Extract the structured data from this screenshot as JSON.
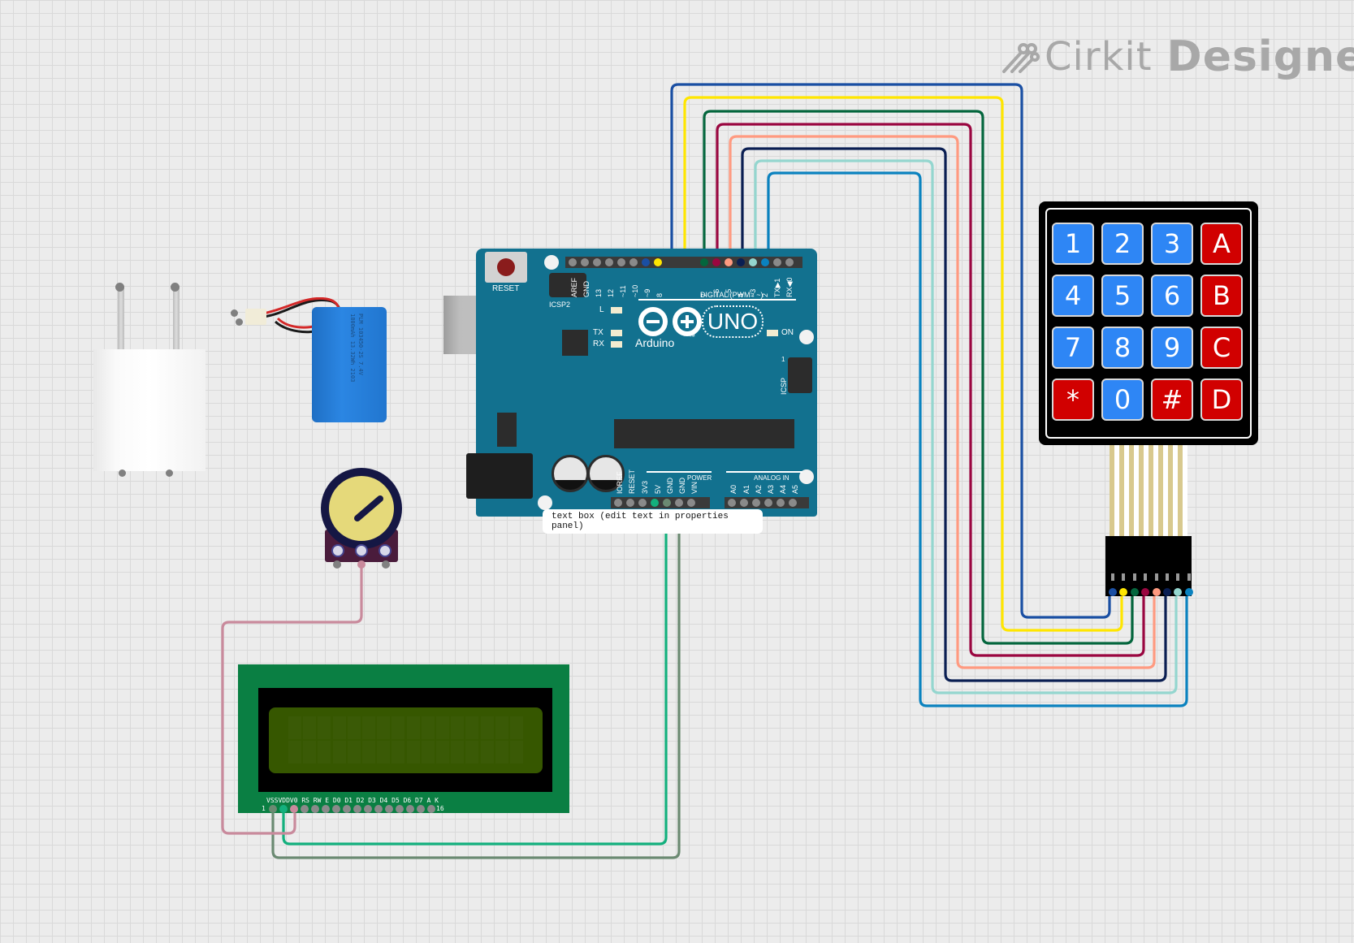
{
  "app": {
    "brand_left": "Cirkit",
    "brand_right": "Designer"
  },
  "arduino": {
    "name": "Arduino UNO",
    "logo_text": "Arduino",
    "model": "UNO",
    "tm": "™",
    "reset_label": "RESET",
    "icsp2_label": "ICSP2",
    "icsp_label": "ICSP",
    "icsp_pin1": "1",
    "on_label": "ON",
    "led_l": "L",
    "led_tx": "TX",
    "led_rx": "RX",
    "digital_label": "DIGITAL (PWM= ~)",
    "power_label": "POWER",
    "analog_label": "ANALOG IN",
    "digital_pins": [
      "AREF",
      "GND",
      "13",
      "12",
      "~11",
      "~10",
      "~9",
      "8",
      "7",
      "~6",
      "~5",
      "4",
      "~3",
      "2",
      "TX▶1",
      "RX◀0"
    ],
    "power_pins": [
      "IOREF",
      "RESET",
      "3V3",
      "5V",
      "GND",
      "GND",
      "VIN"
    ],
    "analog_pins": [
      "A0",
      "A1",
      "A2",
      "A3",
      "A4",
      "A5"
    ]
  },
  "textbox": {
    "text": "text box (edit text in properties panel)"
  },
  "keypad": {
    "name": "4x4 Membrane Keypad",
    "keys": [
      {
        "label": "1",
        "color": "#2e86f5"
      },
      {
        "label": "2",
        "color": "#2e86f5"
      },
      {
        "label": "3",
        "color": "#2e86f5"
      },
      {
        "label": "A",
        "color": "#d10000"
      },
      {
        "label": "4",
        "color": "#2e86f5"
      },
      {
        "label": "5",
        "color": "#2e86f5"
      },
      {
        "label": "6",
        "color": "#2e86f5"
      },
      {
        "label": "B",
        "color": "#d10000"
      },
      {
        "label": "7",
        "color": "#2e86f5"
      },
      {
        "label": "8",
        "color": "#2e86f5"
      },
      {
        "label": "9",
        "color": "#2e86f5"
      },
      {
        "label": "C",
        "color": "#d10000"
      },
      {
        "label": "*",
        "color": "#d10000"
      },
      {
        "label": "0",
        "color": "#2e86f5"
      },
      {
        "label": "#",
        "color": "#d10000"
      },
      {
        "label": "D",
        "color": "#d10000"
      }
    ]
  },
  "lcd": {
    "name": "16x2 LCD",
    "pin_labels": "VSSVDDV0 RS RW E D0 D1 D2 D3 D4 D5 D6 D7 A K",
    "pin_first": "1",
    "pin_last": "16"
  },
  "battery": {
    "name": "Li-ion Battery",
    "label_line1": "PLM 103450-2S 7.4V",
    "label_line2": "1800mAh 13.32Wh 2103"
  },
  "adapter": {
    "name": "Power Adapter"
  },
  "potentiometer": {
    "name": "Potentiometer"
  },
  "wires": [
    {
      "from": "arduino.D9",
      "to": "keypad.pin1",
      "color": "#1a4fa3"
    },
    {
      "from": "arduino.D8",
      "to": "keypad.pin2",
      "color": "#ffe600"
    },
    {
      "from": "arduino.D7",
      "to": "keypad.pin3",
      "color": "#04663d"
    },
    {
      "from": "arduino.D6",
      "to": "keypad.pin4",
      "color": "#9a0640"
    },
    {
      "from": "arduino.D5",
      "to": "keypad.pin5",
      "color": "#ff9a80"
    },
    {
      "from": "arduino.D4",
      "to": "keypad.pin6",
      "color": "#0a1e52"
    },
    {
      "from": "arduino.D3",
      "to": "keypad.pin7",
      "color": "#94d6cf"
    },
    {
      "from": "arduino.D2",
      "to": "keypad.pin8",
      "color": "#0a82bf"
    },
    {
      "from": "arduino.5V",
      "to": "lcd.VDD",
      "color": "#13b07d"
    },
    {
      "from": "arduino.GND",
      "to": "lcd.VSS",
      "color": "#6b8a72"
    },
    {
      "from": "potentiometer.wiper",
      "to": "lcd.V0",
      "color": "#c98a9c"
    }
  ]
}
